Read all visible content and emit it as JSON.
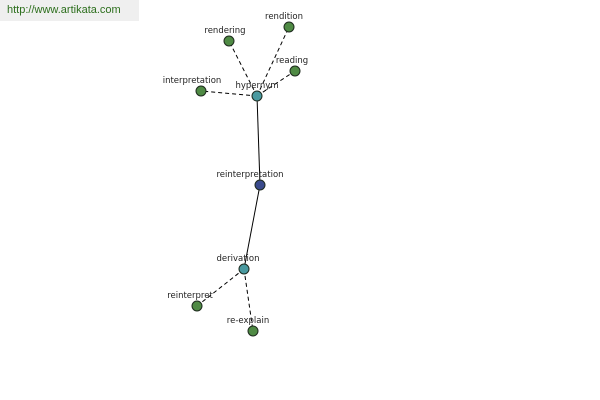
{
  "banner": {
    "url_text": "http://www.artikata.com"
  },
  "colors": {
    "leaf_node": "#4f8a44",
    "hub_node": "#4a9aa0",
    "center_node": "#3a4a8c",
    "url_text": "#2c6e1c"
  },
  "graph": {
    "nodes": [
      {
        "id": "reinterpretation",
        "label": "reinterpretation",
        "kind": "center"
      },
      {
        "id": "hypernym",
        "label": "hypernym",
        "kind": "hub"
      },
      {
        "id": "derivation",
        "label": "derivation",
        "kind": "hub"
      },
      {
        "id": "rendering",
        "label": "rendering",
        "kind": "leaf"
      },
      {
        "id": "rendition",
        "label": "rendition",
        "kind": "leaf"
      },
      {
        "id": "reading",
        "label": "reading",
        "kind": "leaf"
      },
      {
        "id": "interpretation",
        "label": "interpretation",
        "kind": "leaf"
      },
      {
        "id": "reinterpret",
        "label": "reinterpret",
        "kind": "leaf"
      },
      {
        "id": "re-explain",
        "label": "re-explain",
        "kind": "leaf"
      }
    ],
    "edges": [
      {
        "from": "reinterpretation",
        "to": "hypernym",
        "style": "solid"
      },
      {
        "from": "reinterpretation",
        "to": "derivation",
        "style": "solid"
      },
      {
        "from": "hypernym",
        "to": "rendering",
        "style": "dashed"
      },
      {
        "from": "hypernym",
        "to": "rendition",
        "style": "dashed"
      },
      {
        "from": "hypernym",
        "to": "reading",
        "style": "dashed"
      },
      {
        "from": "hypernym",
        "to": "interpretation",
        "style": "dashed"
      },
      {
        "from": "derivation",
        "to": "reinterpret",
        "style": "dashed"
      },
      {
        "from": "derivation",
        "to": "re-explain",
        "style": "dashed"
      }
    ]
  }
}
